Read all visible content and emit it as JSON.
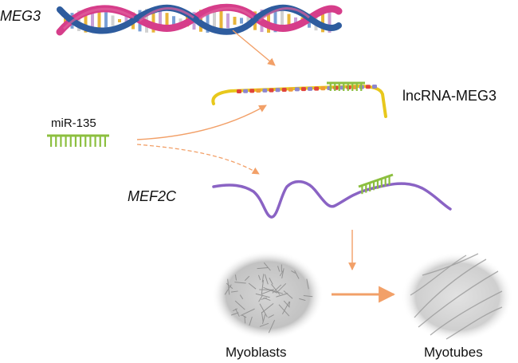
{
  "labels": {
    "meg3_gene": "MEG3",
    "lncrna": "lncRNA-MEG3",
    "mirna": "miR-135",
    "mef2c": "MEF2C",
    "myoblasts": "Myoblasts",
    "myotubes": "Myotubes"
  },
  "colors": {
    "arrow": "#f2a068",
    "mirna_green": "#8cbf3f",
    "mef2c_purple": "#8a63c4",
    "lncrna_yellow": "#e8c81c",
    "dna_pink": "#d63d8a",
    "dna_blue": "#2e5c9e"
  },
  "icons": {
    "dna": "dna-double-helix",
    "mirna": "mirna-comb",
    "cells": "cell-culture-micrograph"
  }
}
